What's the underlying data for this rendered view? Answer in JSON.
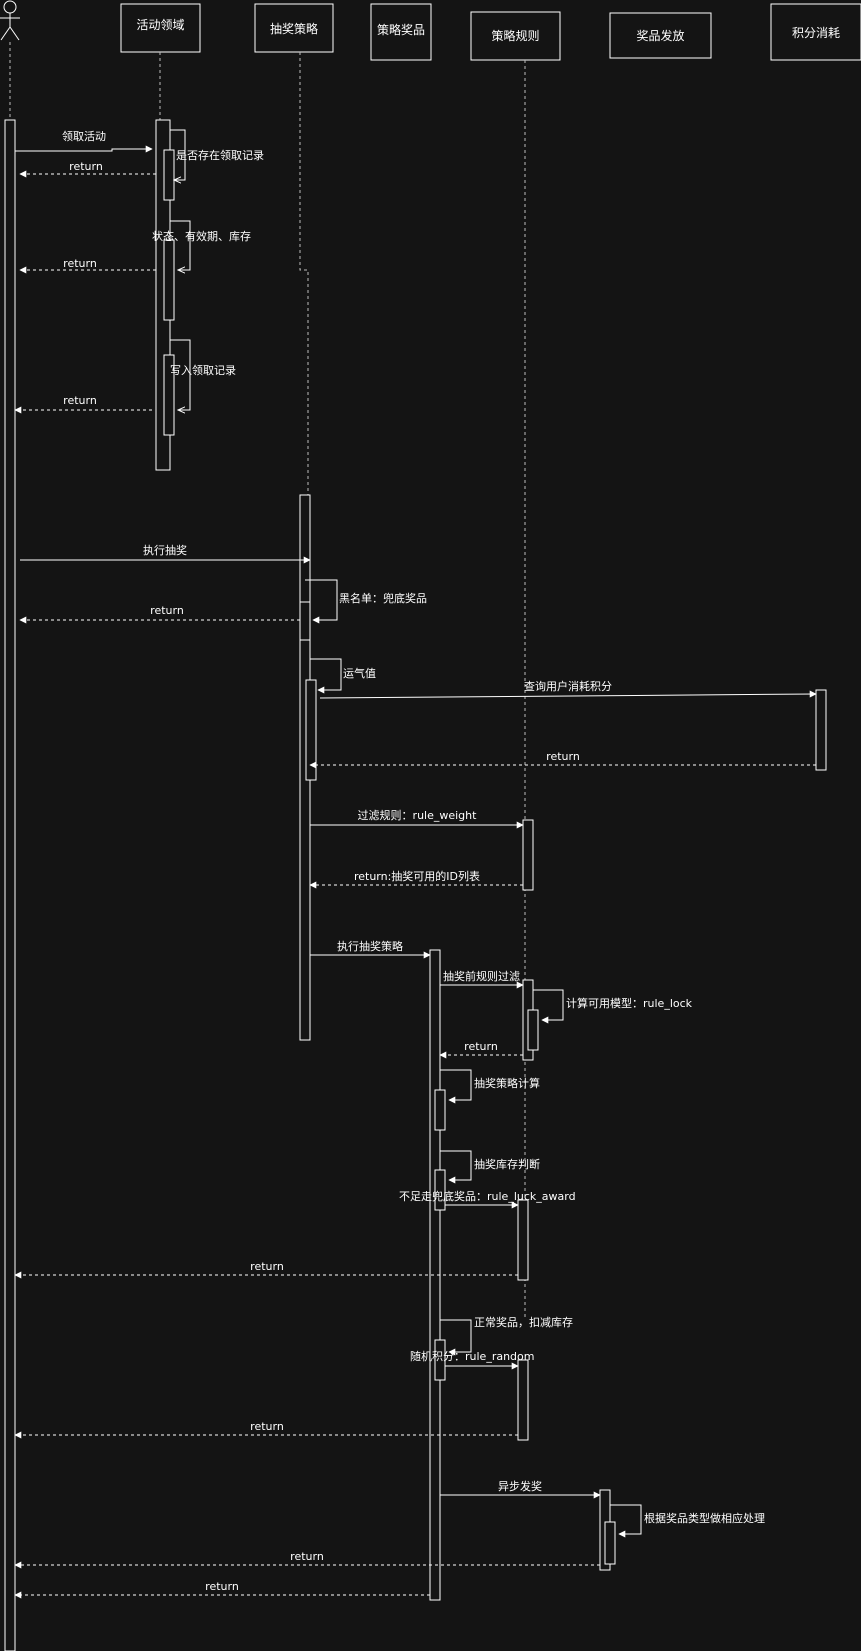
{
  "colors": {
    "background": "#141414",
    "line": "#ffffff"
  },
  "actor_icon": "stick-figure-icon",
  "participants": {
    "activity": "活动领域",
    "strategy": "抽奖策略",
    "award": "策略奖品",
    "rule": "策略规则",
    "dispatch": "奖品发放",
    "points": "积分消耗"
  },
  "messages": {
    "m1": "领取活动",
    "m2": "是否存在领取记录",
    "m3": "return",
    "m4": "状态、有效期、库存",
    "m5": "return",
    "m6": "写入领取记录",
    "m7": "return",
    "m8": "执行抽奖",
    "m9": "黑名单：兜底奖品",
    "m10": "return",
    "m11": "运气值",
    "m12": "查询用户消耗积分",
    "m13": "return",
    "m14": "过滤规则：rule_weight",
    "m15": "return:抽奖可用的ID列表",
    "m16": "执行抽奖策略",
    "m17": "抽奖前规则过滤",
    "m18": "计算可用模型：rule_lock",
    "m19": "return",
    "m20": "抽奖策略计算",
    "m21": "抽奖库存判断",
    "m22": "不足走兜底奖品：rule_luck_award",
    "m23": "return",
    "m24": "正常奖品，扣减库存",
    "m25": "随机积分：rule_random",
    "m26": "return",
    "m27": "异步发奖",
    "m28": "根据奖品类型做相应处理",
    "m29": "return",
    "m30": "return"
  }
}
